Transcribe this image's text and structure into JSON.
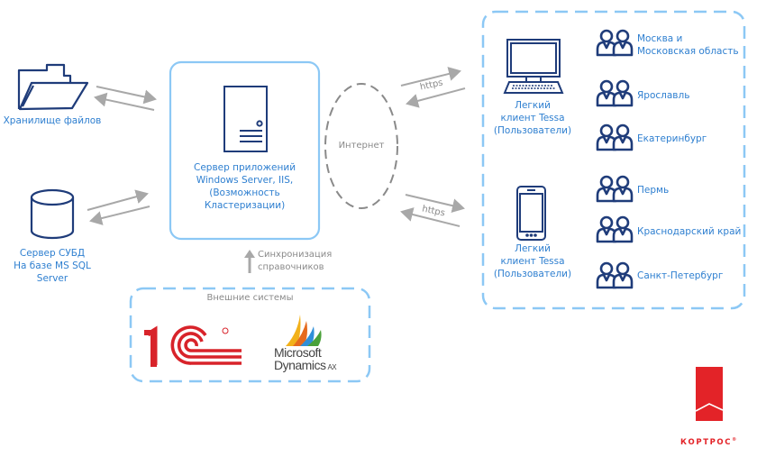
{
  "diagram": {
    "nodes": {
      "file_storage": {
        "label": "Хранилище файлов",
        "icon": "folder-icon"
      },
      "db_server": {
        "label_lines": [
          "Сервер СУБД",
          "На базе MS SQL Server"
        ],
        "icon": "database-icon"
      },
      "app_server": {
        "label_lines": [
          "Сервер приложений",
          "Windows Server, IIS,",
          "(Возможность",
          "Кластеризации)"
        ],
        "icon": "server-icon"
      },
      "internet": {
        "label": "Интернет"
      },
      "desktop_client": {
        "label_lines": [
          "Легкий",
          "клиент Tessa",
          "(Пользователи)"
        ],
        "icon": "desktop-computer-icon"
      },
      "mobile_client": {
        "label_lines": [
          "Легкий",
          "клиент Tessa",
          "(Пользователи)"
        ],
        "icon": "smartphone-icon"
      }
    },
    "connections": {
      "https_top": "https",
      "https_bottom": "https",
      "sync_lines": [
        "Синхронизация",
        "справочников"
      ]
    },
    "external_systems": {
      "title": "Внешние системы",
      "logos": [
        {
          "name": "1С",
          "registered": "®"
        },
        {
          "name_lines": [
            "Microsoft",
            "Dynamics"
          ],
          "suffix": "AX"
        }
      ]
    },
    "user_locations": [
      {
        "lines": [
          "Москва и",
          "Московская область"
        ]
      },
      {
        "lines": [
          "Ярославль"
        ]
      },
      {
        "lines": [
          "Екатеринбург"
        ]
      },
      {
        "lines": [
          "Пермь"
        ]
      },
      {
        "lines": [
          "Краснодарский край"
        ]
      },
      {
        "lines": [
          "Санкт-Петербург"
        ]
      }
    ],
    "brand": {
      "name": "КОРТРОС",
      "registered": "®"
    }
  },
  "colors": {
    "primary_blue": "#2e7fd0",
    "icon_navy": "#1f3c7a",
    "box_blue": "#8cc8f5",
    "arrow_grey": "#a8a8a8",
    "brand_red": "#e32328"
  }
}
